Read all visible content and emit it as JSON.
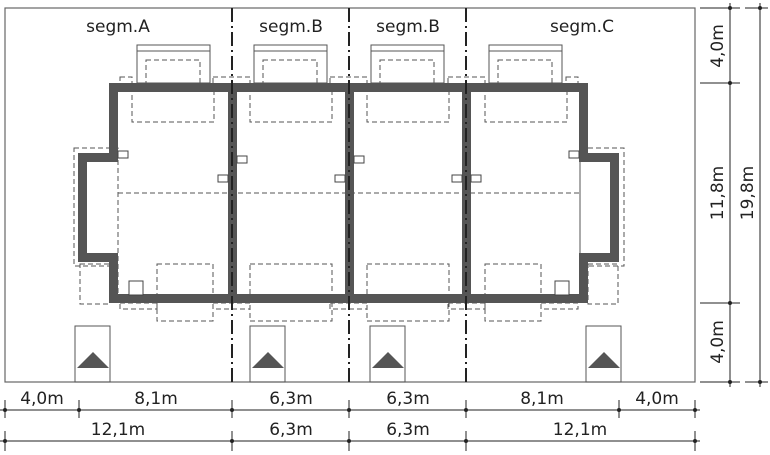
{
  "segments": [
    "segm.A",
    "segm.B",
    "segm.B",
    "segm.C"
  ],
  "dimensions": {
    "bottom_row1": [
      "4,0m",
      "8,1m",
      "6,3m",
      "6,3m",
      "8,1m",
      "4,0m"
    ],
    "bottom_row2": [
      "12,1m",
      "6,3m",
      "6,3m",
      "12,1m"
    ],
    "right_col1": [
      "4,0m",
      "11,8m",
      "4,0m"
    ],
    "right_col2": "19,8m"
  },
  "colors": {
    "wall": "#555555",
    "line": "#222222"
  }
}
